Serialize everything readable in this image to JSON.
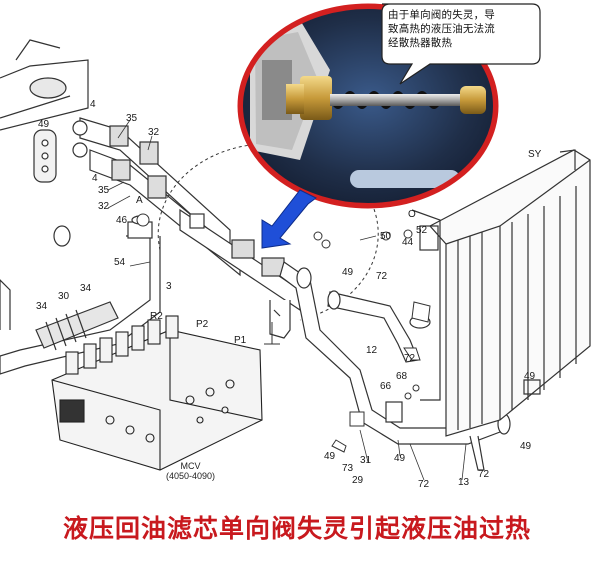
{
  "callout": {
    "lines": [
      "由于单向阀的失灵，导",
      "致高热的液压油无法流",
      "经散热器散热"
    ]
  },
  "caption": "液压回油滤芯单向阀失灵引起液压油过热",
  "mcv": {
    "label": "MCV",
    "range": "(4050-4090)"
  },
  "labels": {
    "l49a": "49",
    "l4a": "4",
    "l35a": "35",
    "l32a": "32",
    "l35b": "35",
    "l4b": "4",
    "l32b": "32",
    "l46": "46",
    "l54": "54",
    "l3": "3",
    "l34": "34",
    "l30": "30",
    "lR2": "R2",
    "lP2": "P2",
    "lP1": "P1",
    "l50": "50",
    "l44": "44",
    "l52": "52",
    "l49b": "49",
    "l72a": "72",
    "l12": "12",
    "l72b": "72",
    "l68": "68",
    "l66": "66",
    "l49c": "49",
    "l72c": "72",
    "l13": "13",
    "l49d": "49",
    "l29": "29",
    "l73": "73",
    "l31": "31",
    "l49e": "49",
    "l72d": "72",
    "lSY": "SY",
    "lO": "O",
    "lA": "A"
  },
  "colors": {
    "caption": "#c8191e",
    "arrow": "#1f4fd8",
    "line": "#333333"
  }
}
